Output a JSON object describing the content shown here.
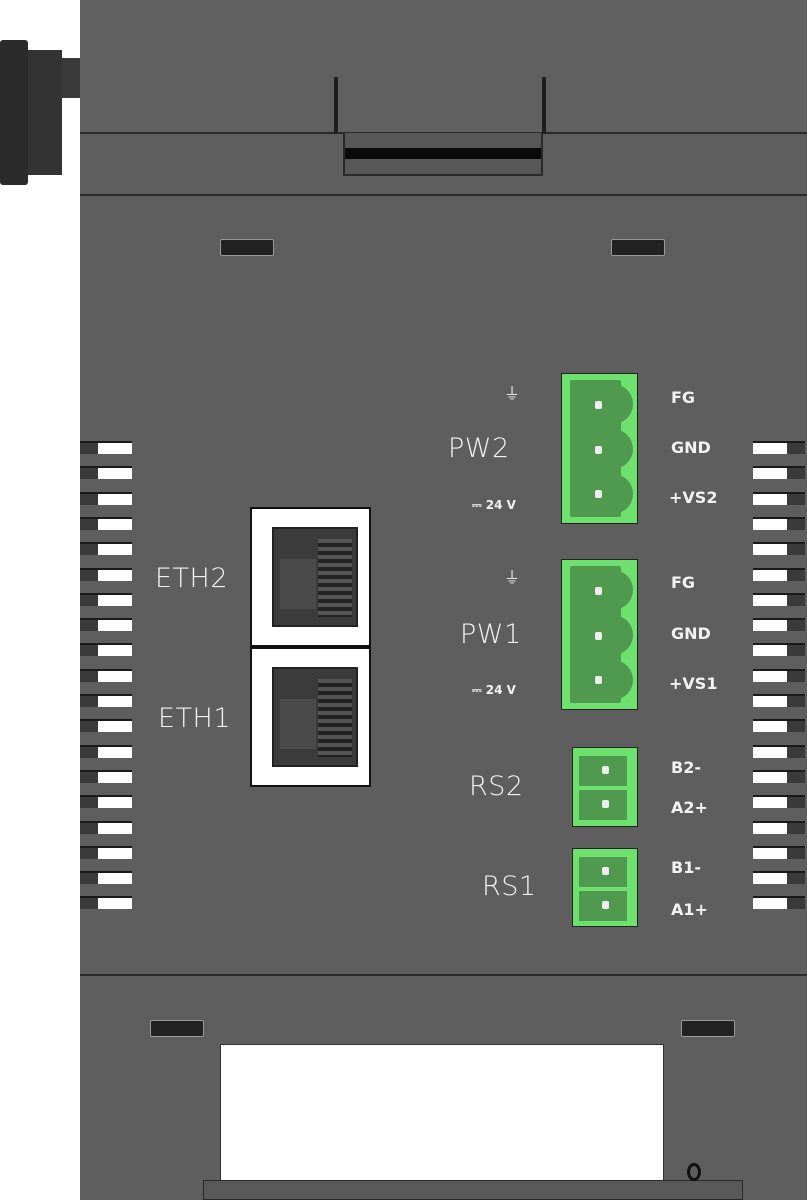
{
  "device": {
    "ports": {
      "pw2": {
        "label": "PW2",
        "voltage": "24 V",
        "pins": [
          "FG",
          "GND",
          "+VS2"
        ]
      },
      "pw1": {
        "label": "PW1",
        "voltage": "24 V",
        "pins": [
          "FG",
          "GND",
          "+VS1"
        ]
      },
      "eth2": {
        "label": "ETH2"
      },
      "eth1": {
        "label": "ETH1"
      },
      "rs2": {
        "label": "RS2",
        "pins": [
          "B2-",
          "A2+"
        ]
      },
      "rs1": {
        "label": "RS1",
        "pins": [
          "B1-",
          "A1+"
        ]
      }
    },
    "dc_symbol": "⎓",
    "ground_icon": "protective-earth-icon",
    "colors": {
      "housing": "#5e5e5e",
      "terminal": "#6ee06e",
      "terminal_inner": "#4f9a4f"
    }
  }
}
